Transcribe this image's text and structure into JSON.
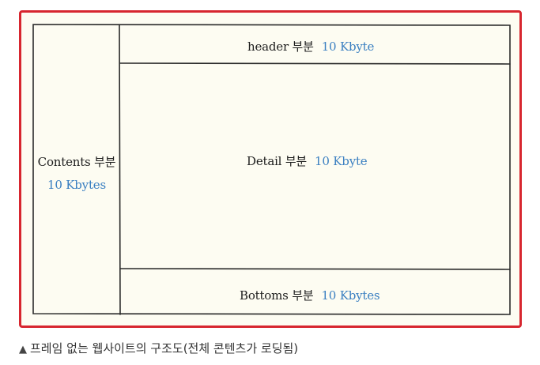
{
  "regions": {
    "contents": {
      "name": "Contents 부분",
      "size": "10 Kbytes"
    },
    "header": {
      "name": "header 부분",
      "size": "10 Kbyte"
    },
    "detail": {
      "name": "Detail 부분",
      "size": "10 Kbyte"
    },
    "bottoms": {
      "name": "Bottoms 부분",
      "size": "10 Kbytes"
    }
  },
  "caption": "프레임 없는 웹사이트의 구조도(전체 콘텐츠가 로딩됨)",
  "colors": {
    "border": "#d7262f",
    "size_text": "#3a7fc1",
    "paper": "#fdfcf2"
  }
}
